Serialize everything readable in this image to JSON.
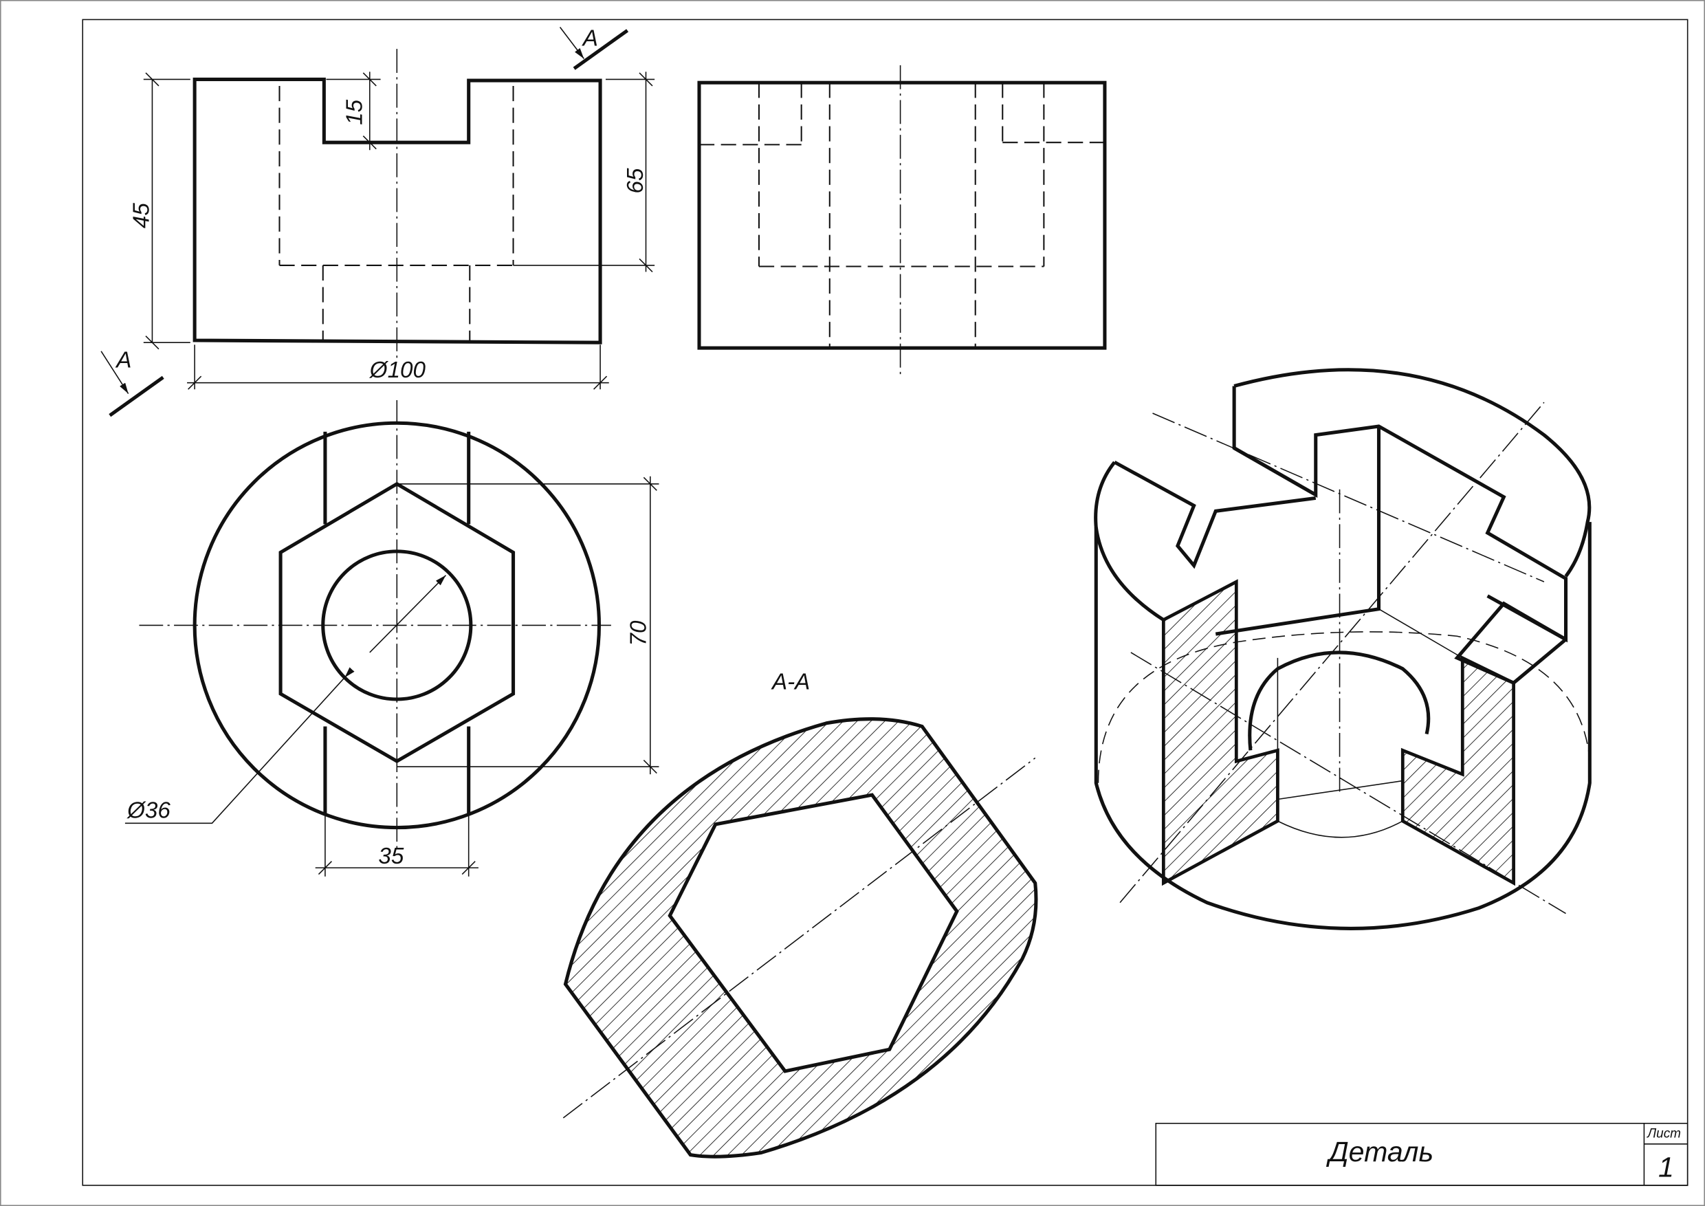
{
  "front_view": {
    "dim_height_total": "45",
    "dim_slot_depth": "15",
    "dim_hex_depth": "65",
    "dim_diameter": "Ø100"
  },
  "section_marks": {
    "top_label": "A",
    "bottom_label": "A",
    "section_title": "A-A"
  },
  "top_view": {
    "dim_hex_across": "70",
    "dim_hole_diameter": "Ø36",
    "dim_slot_width": "35"
  },
  "title_block": {
    "part_name": "Деталь",
    "sheet_label": "Лист",
    "sheet_number": "1"
  }
}
